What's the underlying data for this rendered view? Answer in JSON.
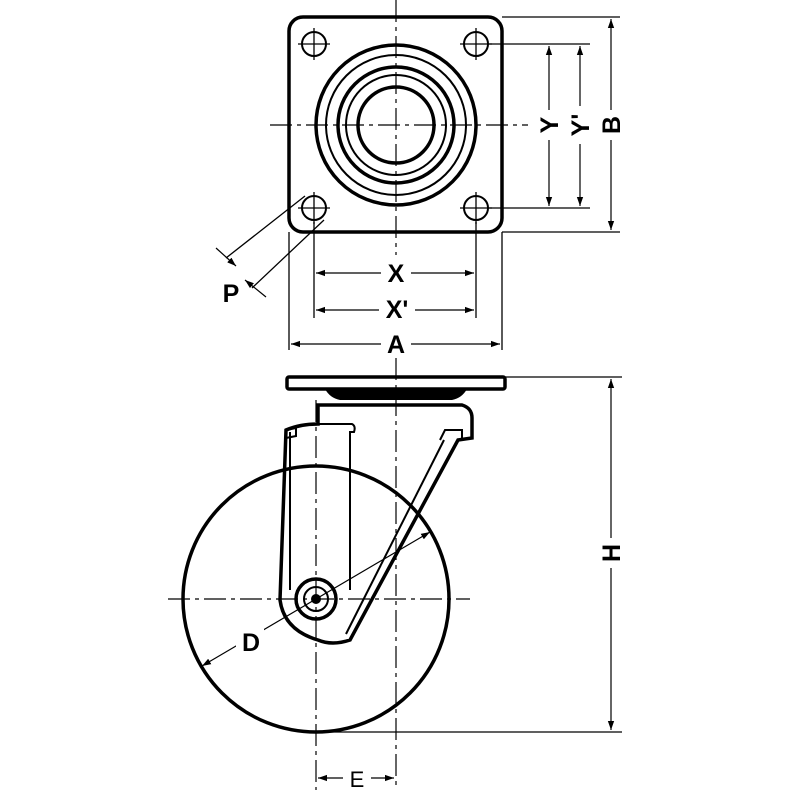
{
  "labels": {
    "x": "X",
    "x1": "X'",
    "a": "A",
    "y": "Y",
    "y1": "Y'",
    "b": "B",
    "p": "P",
    "h": "H",
    "d": "D",
    "e": "E"
  },
  "colors": {
    "line": "#000000",
    "background": "#ffffff"
  }
}
